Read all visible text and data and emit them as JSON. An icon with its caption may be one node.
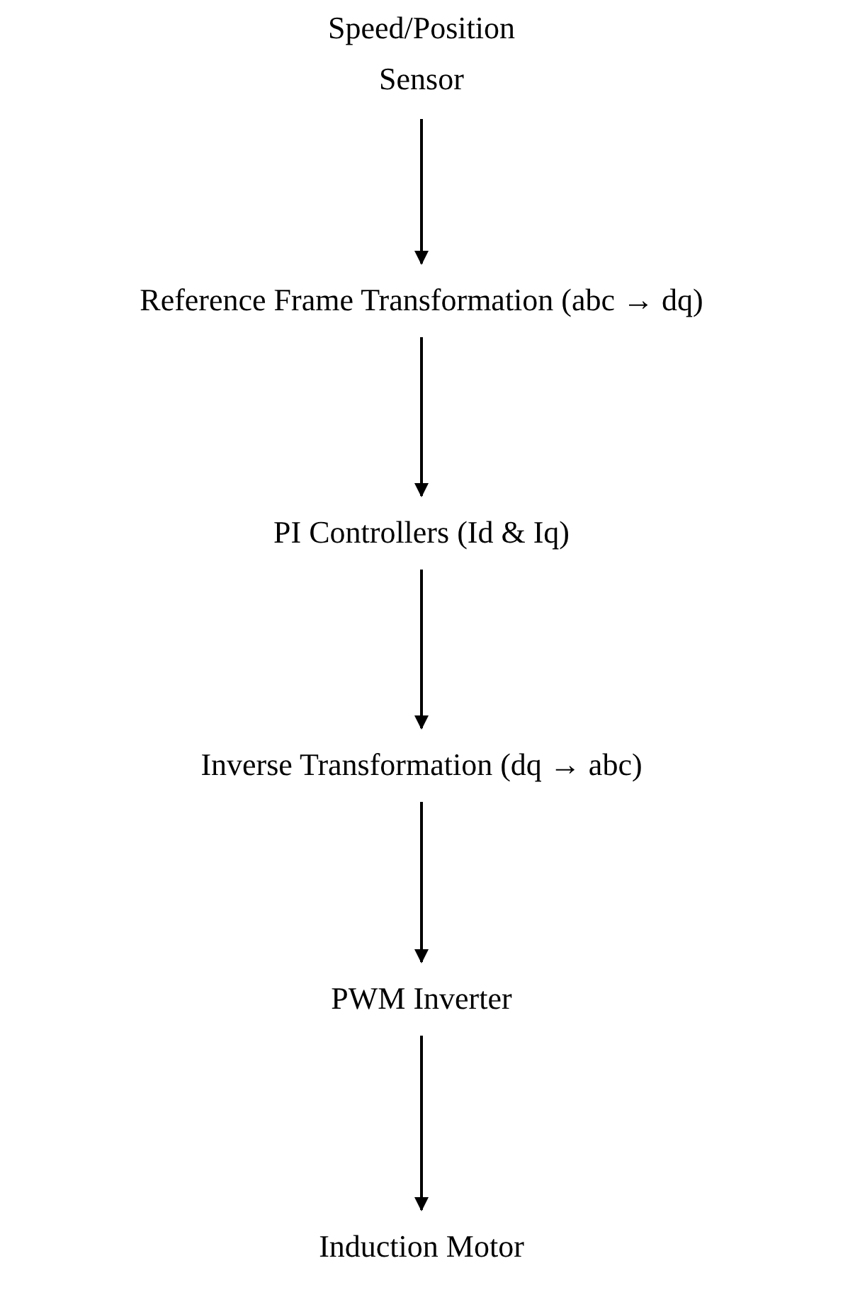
{
  "diagram": {
    "nodes": [
      {
        "text": [
          "Speed/Position Sensor"
        ]
      },
      {
        "text": [
          "Reference Frame Transformation (abc → dq)"
        ]
      },
      {
        "text": [
          "PI Controllers (Id & Iq)"
        ]
      },
      {
        "text": [
          "Inverse Transformation (dq → abc)"
        ]
      },
      {
        "text": [
          "PWM Inverter"
        ]
      },
      {
        "text": [
          "Induction Motor"
        ]
      }
    ],
    "edges": [
      {
        "from": 0,
        "to": 1,
        "arrow": "to"
      },
      {
        "from": 1,
        "to": 2,
        "arrow": "to"
      },
      {
        "from": 2,
        "to": 3,
        "arrow": "to"
      },
      {
        "from": 3,
        "to": 4,
        "arrow": "to"
      },
      {
        "from": 4,
        "to": 5,
        "arrow": "to"
      }
    ]
  }
}
